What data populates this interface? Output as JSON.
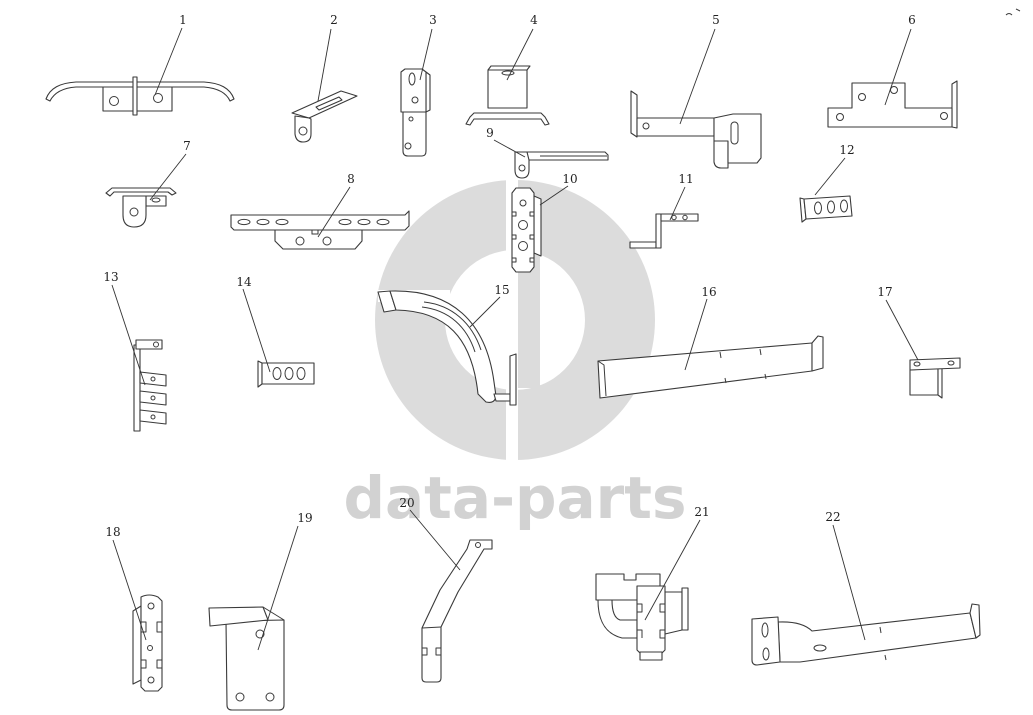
{
  "diagram": {
    "callouts": [
      "1",
      "2",
      "3",
      "4",
      "5",
      "6",
      "7",
      "8",
      "9",
      "10",
      "11",
      "12",
      "13",
      "14",
      "15",
      "16",
      "17",
      "18",
      "19",
      "20",
      "21",
      "22"
    ]
  },
  "watermark": {
    "text": "data-parts"
  },
  "colors": {
    "line": "#3a3a3a",
    "watermark": "#dcdcdc",
    "background": "#ffffff"
  }
}
